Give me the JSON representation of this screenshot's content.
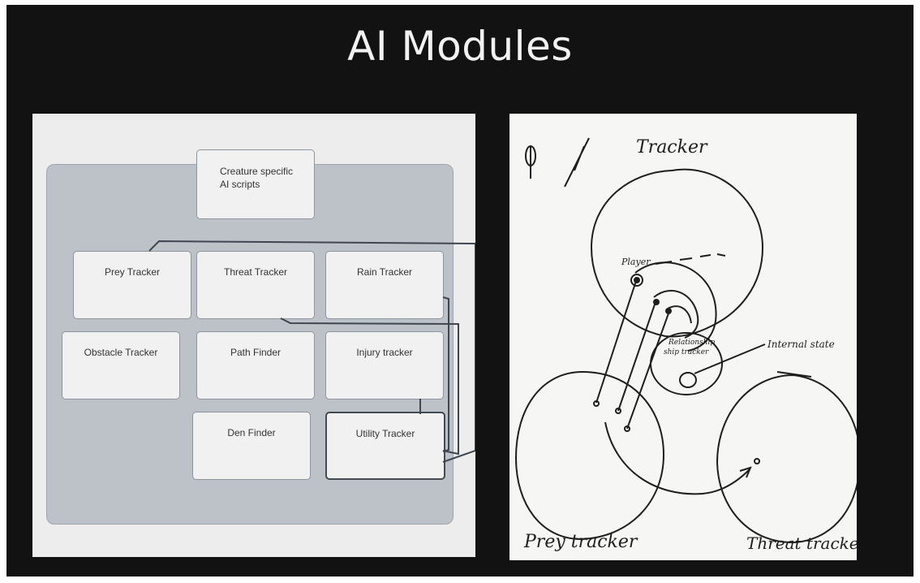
{
  "slide": {
    "title": "AI Modules"
  },
  "diagram": {
    "creature_label_line1": "Creature specific",
    "creature_label_line2": "AI scripts",
    "modules": {
      "prey": "Prey Tracker",
      "threat": "Threat Tracker",
      "rain": "Rain Tracker",
      "obstacle": "Obstacle Tracker",
      "path": "Path Finder",
      "injury": "Injury tracker",
      "den": "Den Finder",
      "utility": "Utility Tracker"
    }
  },
  "sketch": {
    "tracker": "Tracker",
    "player": "Player",
    "relationship_tracker_line1": "Relationship",
    "relationship_tracker_line2": "ship tracker",
    "internal_state": "Internal state",
    "prey_tracker": "Prey tracker",
    "threat_tracker": "Threat tracker"
  }
}
